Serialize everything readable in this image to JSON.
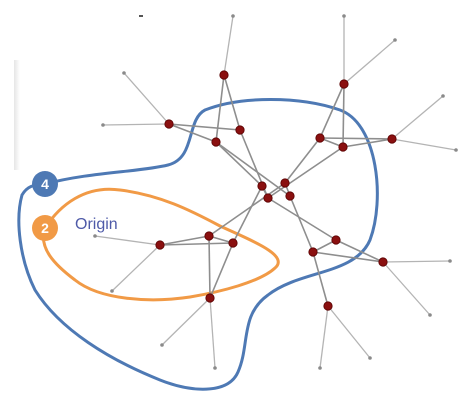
{
  "colors": {
    "outer_hull": "#4e79b4",
    "inner_hull": "#f19a46",
    "node": "#8a1010",
    "label": "#4e5aa8"
  },
  "hulls": [
    {
      "id": "outer",
      "badge": "4",
      "color": "#4e79b4"
    },
    {
      "id": "inner",
      "badge": "2",
      "color": "#f19a46",
      "label": "Origin"
    }
  ]
}
